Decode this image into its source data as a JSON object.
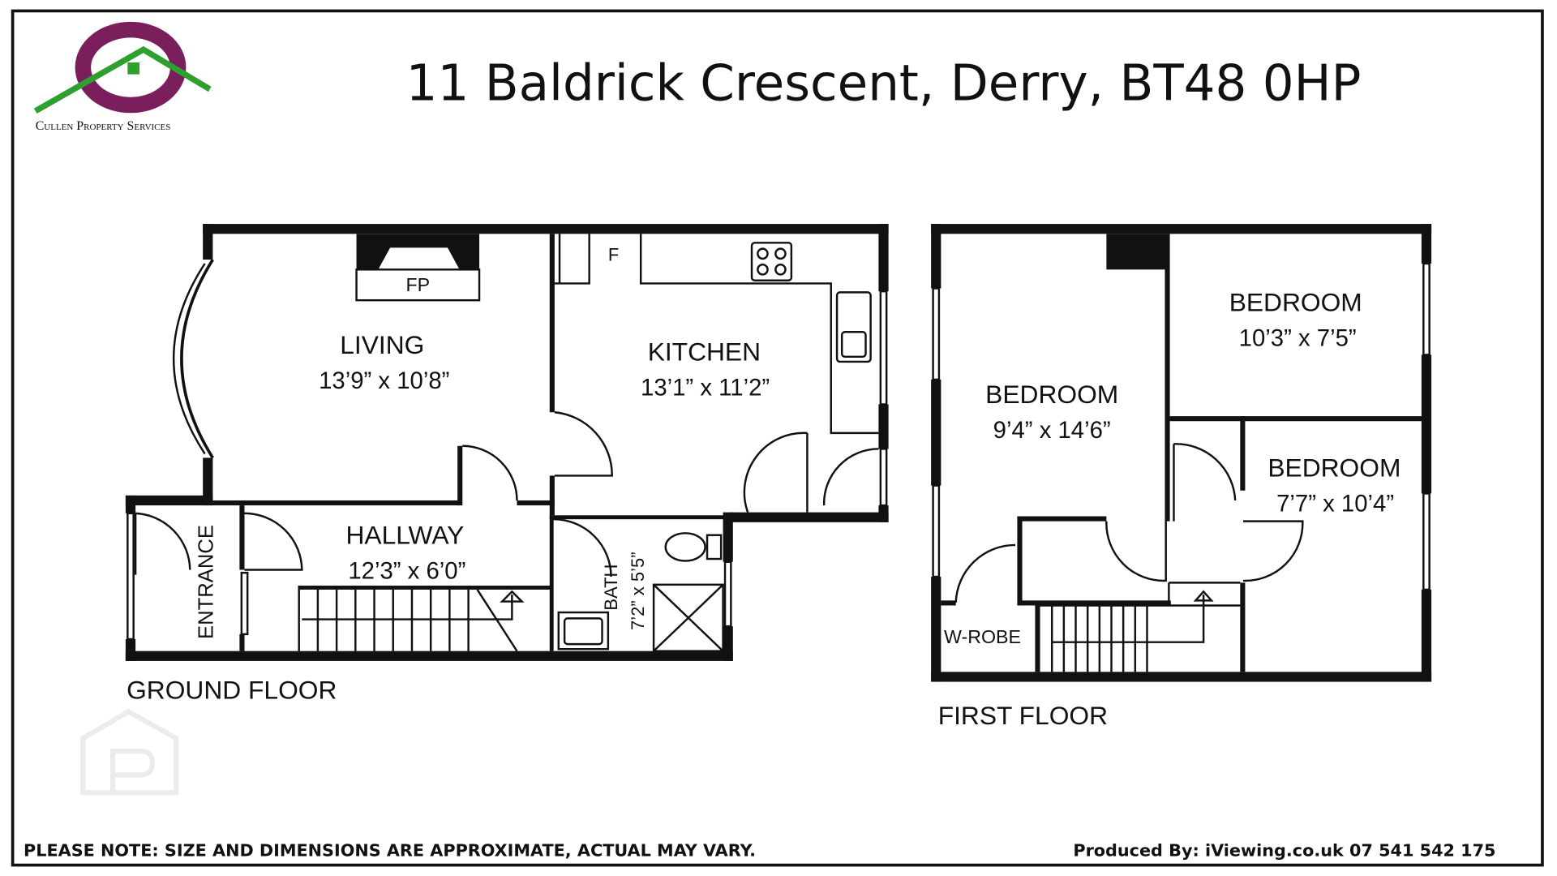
{
  "header": {
    "title": "11 Baldrick Crescent, Derry, BT48 0HP",
    "logo_text": "Cullen Property Services",
    "brand_colors": {
      "purple": "#7a1f5c",
      "green": "#2ea02e"
    }
  },
  "ground_floor": {
    "label": "GROUND FLOOR",
    "fireplace": "FP",
    "fridge": "F",
    "rooms": [
      {
        "name": "LIVING",
        "size": "13’9” x 10’8”"
      },
      {
        "name": "KITCHEN",
        "size": "13’1” x 11’2”"
      },
      {
        "name": "HALLWAY",
        "size": "12’3” x 6’0”"
      },
      {
        "name": "ENTRANCE"
      },
      {
        "name": "BATH",
        "size": "7’2” x 5’5”"
      }
    ]
  },
  "first_floor": {
    "label": "FIRST FLOOR",
    "rooms": [
      {
        "name": "BEDROOM",
        "size": "9’4” x 14’6”"
      },
      {
        "name": "BEDROOM",
        "size": "10’3” x 7’5”"
      },
      {
        "name": "BEDROOM",
        "size": "7’7” x 10’4”"
      },
      {
        "name": "W-ROBE"
      }
    ]
  },
  "footer": {
    "disclaimer": "PLEASE NOTE: SIZE AND DIMENSIONS ARE APPROXIMATE, ACTUAL MAY VARY.",
    "credit": "Produced By: iViewing.co.uk 07 541 542 175"
  }
}
